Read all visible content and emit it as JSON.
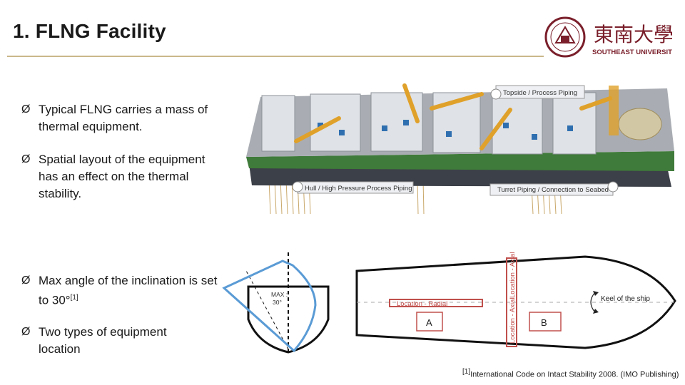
{
  "title": "1.  FLNG Facility",
  "logo": {
    "name_cn": "東南大學",
    "name_en": "SOUTHEAST UNIVERSITY"
  },
  "bullets": [
    {
      "marker": "Ø",
      "text": "Typical FLNG carries a mass of thermal equipment."
    },
    {
      "marker": "Ø",
      "text": "Spatial layout of the equipment has an effect on the thermal stability."
    },
    {
      "marker": "Ø",
      "text": "Max angle of the inclination is set to 30°",
      "superscript": "[1]"
    },
    {
      "marker": "Ø",
      "text": "Two types of equipment location"
    }
  ],
  "ship_labels": {
    "topside": "Topside / Process Piping",
    "hull": "Hull / High Pressure Process Piping",
    "turret": "Turret Piping / Connection to Seabed"
  },
  "hull_section": {
    "max_label": "MAX :",
    "angle": "30°"
  },
  "plan_view": {
    "radial": "Location - Radial",
    "axial_top": "Location - Axial",
    "axial_bottom": "Location - Axial",
    "region_a": "A",
    "region_b": "B",
    "keel": "Keel of the ship"
  },
  "reference": {
    "mark": "[1]",
    "text": "International Code on Intact Stability 2008. (IMO Publishing)"
  }
}
